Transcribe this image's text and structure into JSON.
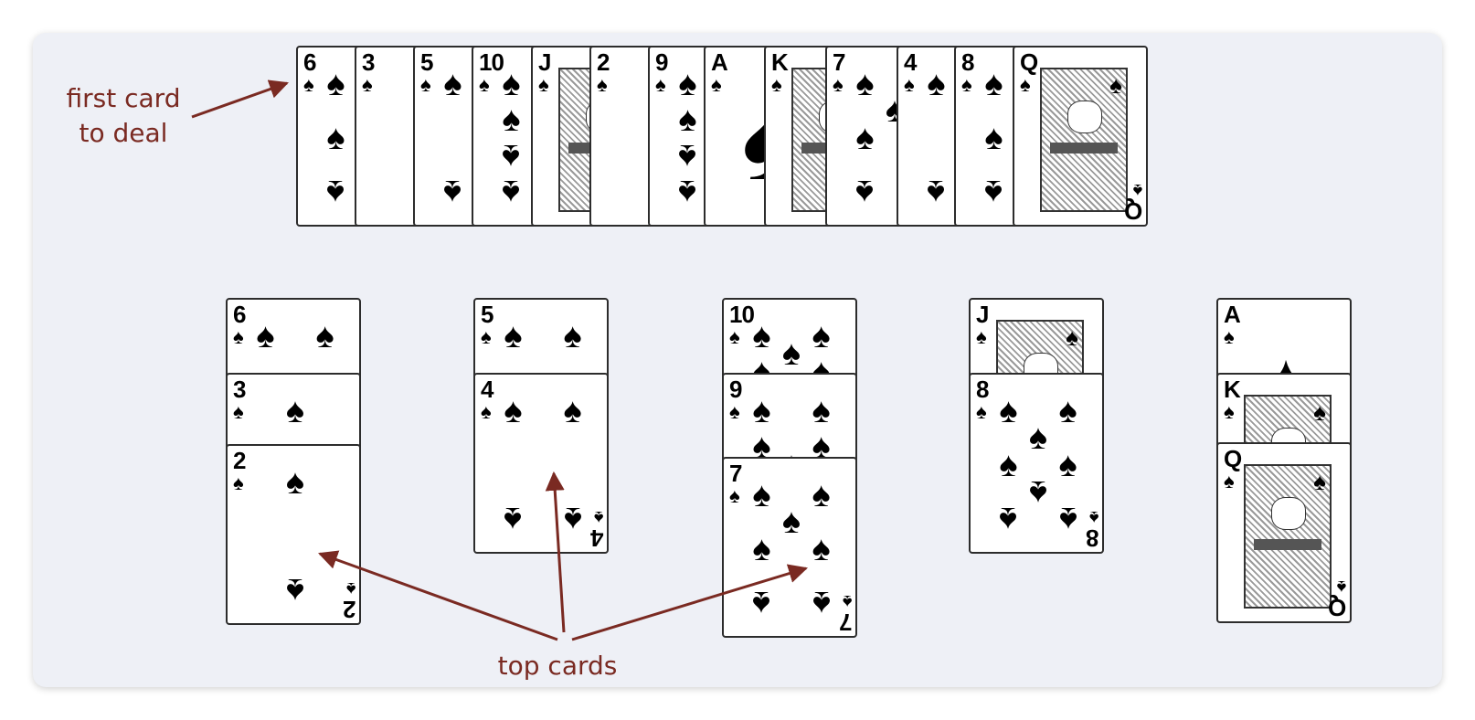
{
  "labels": {
    "first_card": [
      "first card",
      "to deal"
    ],
    "top_cards": "top cards"
  },
  "colors": {
    "annotation": "#7a2a22",
    "panel_background": "#eef0f6",
    "card_border": "#2c2c2c"
  },
  "suit_symbol": "♠",
  "deck_row": {
    "cards": [
      "6",
      "3",
      "5",
      "10",
      "J",
      "2",
      "9",
      "A",
      "K",
      "7",
      "4",
      "8",
      "Q"
    ]
  },
  "piles": [
    {
      "cards": [
        "6",
        "3",
        "2"
      ]
    },
    {
      "cards": [
        "5",
        "4"
      ]
    },
    {
      "cards": [
        "10",
        "9",
        "7"
      ]
    },
    {
      "cards": [
        "J",
        "8"
      ]
    },
    {
      "cards": [
        "A",
        "K",
        "Q"
      ]
    }
  ]
}
